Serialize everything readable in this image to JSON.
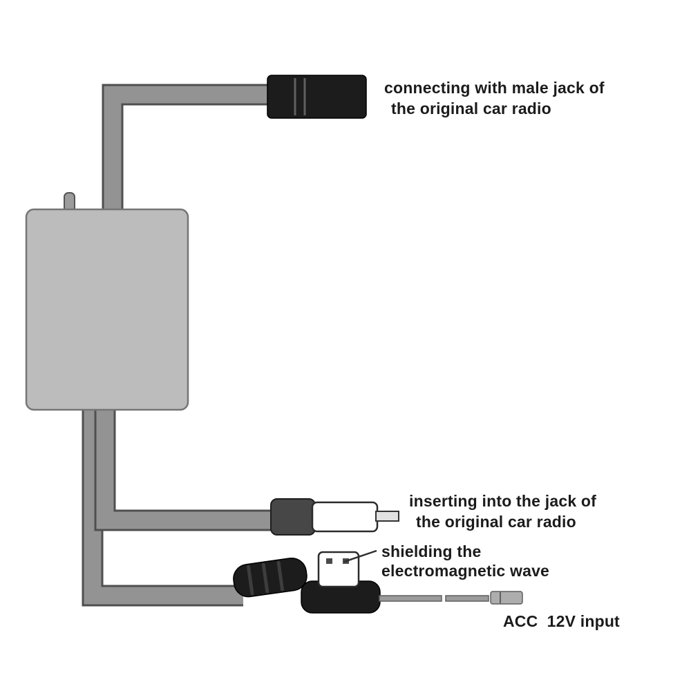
{
  "labels": {
    "radio_jack": {
      "line1": "connecting with male jack of",
      "line2": "the original car radio"
    },
    "antenna_plug": {
      "line1": "inserting into the jack of",
      "line2": "the original car radio"
    },
    "shielding": {
      "line1": "shielding the",
      "line2": "electromagnetic wave"
    },
    "acc_input": "ACC  12V input"
  },
  "colors": {
    "cable": "#939393",
    "cable_edge": "#4f4f4f",
    "box_fill": "#bcbcbc",
    "box_edge": "#757575",
    "black_part": "#1c1c1c",
    "white_part": "#ffffff",
    "text": "#1b1b1b"
  }
}
